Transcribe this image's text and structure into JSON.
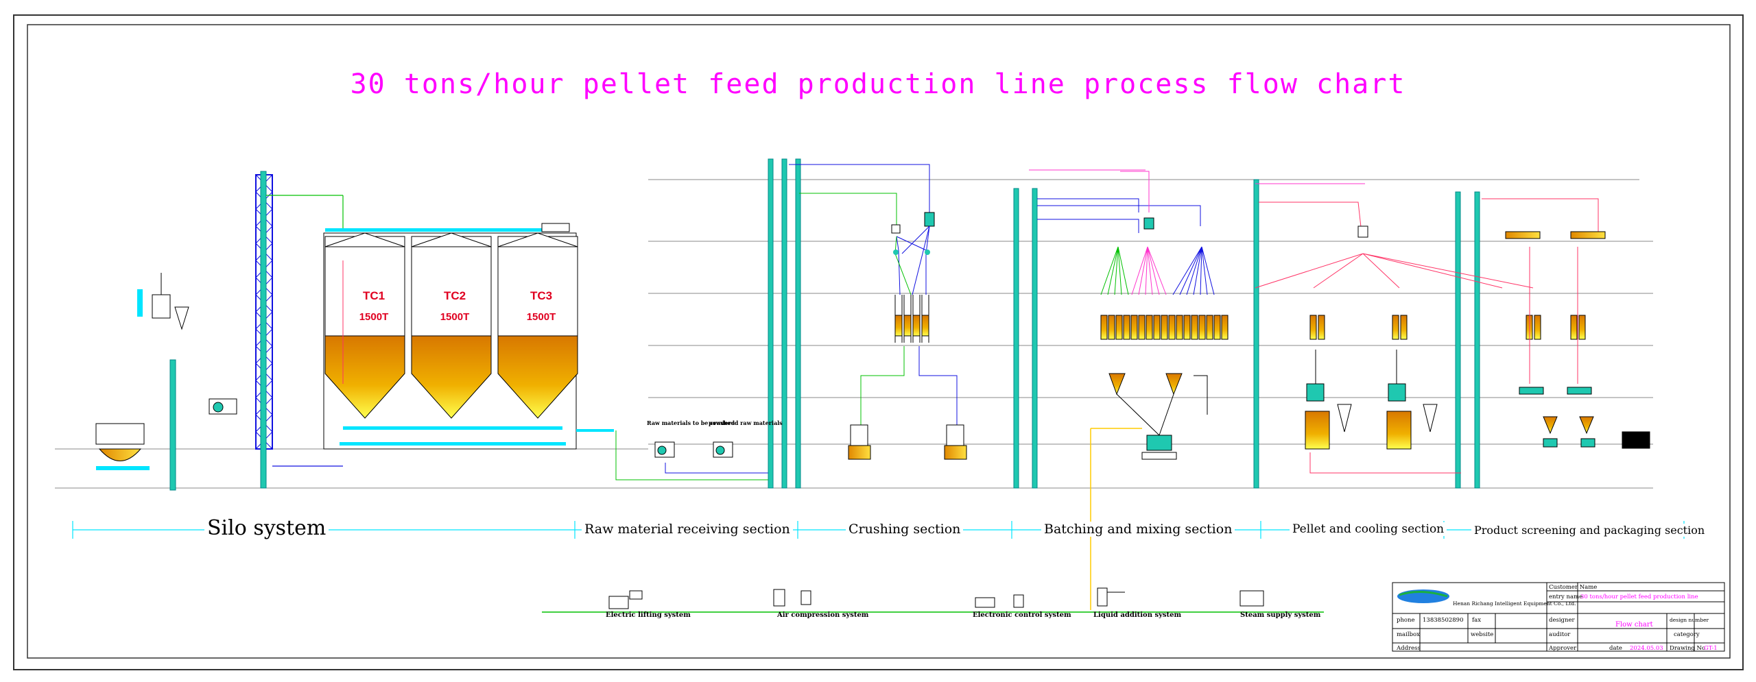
{
  "title": "30 tons/hour pellet feed production line process flow chart",
  "sections": [
    "Silo system",
    "Raw material receiving section",
    "Crushing section",
    "Batching and mixing section",
    "Pellet and cooling section",
    "Product screening and packaging section"
  ],
  "tanks": [
    {
      "name": "TC1",
      "capacity": "1500T"
    },
    {
      "name": "TC2",
      "capacity": "1500T"
    },
    {
      "name": "TC3",
      "capacity": "1500T"
    }
  ],
  "receiving_labels": [
    "Raw materials to be crushed",
    "powdered raw materials"
  ],
  "utilities": [
    "Electric lifting system",
    "Air compression system",
    "Electronic control system",
    "Liquid addition system",
    "Steam supply system"
  ],
  "title_block": {
    "company": "Henan Richang Intelligent Equipment Co., Ltd.",
    "phone_label": "phone",
    "phone": "13838502890",
    "fax_label": "fax",
    "mailbox_label": "mailbox",
    "website_label": "website",
    "address_label": "Address",
    "customer_label": "Customer Name",
    "entry_label": "entry name",
    "entry_value": "30 tons/hour pellet feed production line",
    "designer_label": "designer",
    "auditor_label": "auditor",
    "approver_label": "Approver",
    "drawing_name": "Flow chart",
    "design_number_label": "design number",
    "category_label": "category",
    "date_label": "date",
    "date": "2024.05.03",
    "drawing_no_label": "Drawing No",
    "drawing_no": "GT-1"
  },
  "colors": {
    "title": "#ff00ff",
    "frame": "#333333",
    "elevator": "#1fc8b0",
    "conveyor": "#00e5ff",
    "pipe_green": "#00c000",
    "pipe_blue": "#1010e0",
    "pipe_red": "#ff3366",
    "pipe_magenta": "#ff33cc",
    "silo_fill_top": "#d87800",
    "silo_fill_bottom": "#ffff40",
    "label_magenta": "#ff00ff",
    "tank_text": "#e00020"
  }
}
